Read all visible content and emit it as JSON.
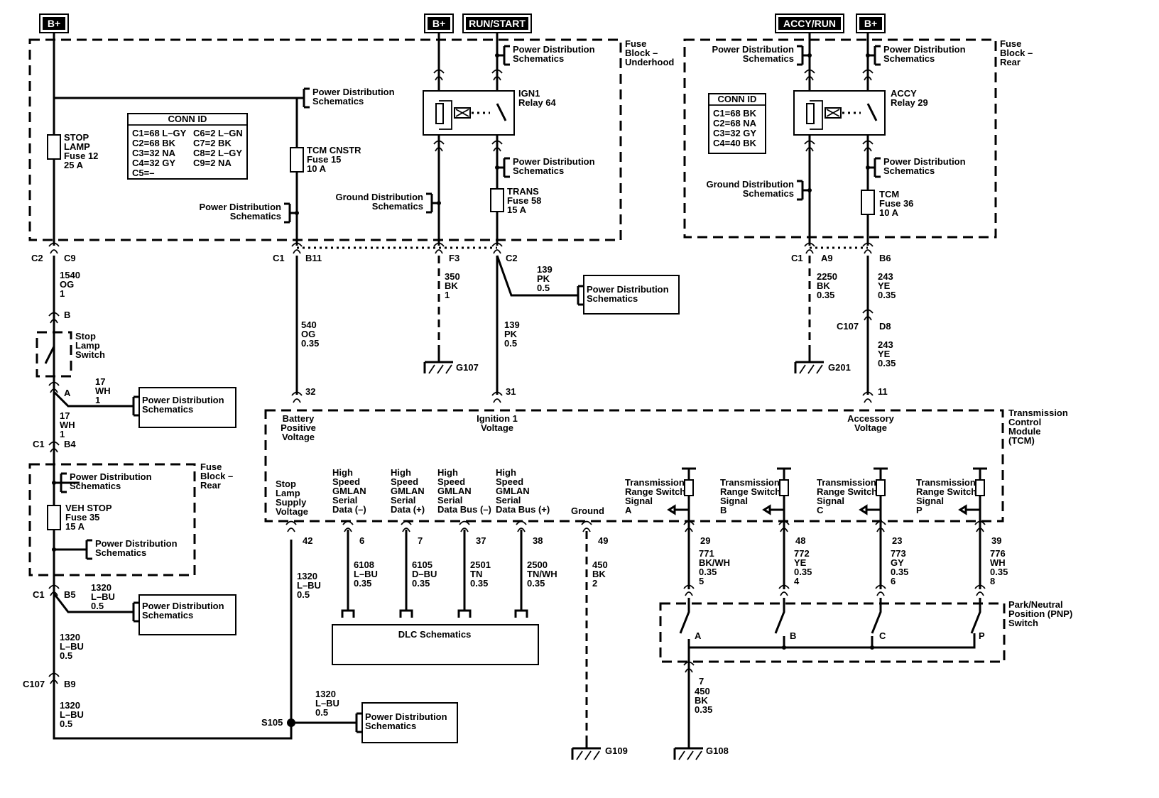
{
  "headers": {
    "bplus": "B+",
    "run_start": "RUN/START",
    "accy_run": "ACCY/RUN"
  },
  "fuse_block_underhood": [
    "Fuse",
    "Block –",
    "Underhood"
  ],
  "fuse_block_rear": [
    "Fuse",
    "Block –",
    "Rear"
  ],
  "ref_power": [
    "Power Distribution",
    "Schematics"
  ],
  "ref_ground": [
    "Ground Distribution",
    "Schematics"
  ],
  "ref_dlc": "DLC Schematics",
  "conn_id_title": "CONN ID",
  "conn_id_front": [
    "C1=68 L–GY",
    "C6=2 L–GN",
    "C2=68 BK",
    "C7=2 BK",
    "C3=32 NA",
    "C8=2 L–GY",
    "C4=32 GY",
    "C9=2 NA",
    "C5=–"
  ],
  "conn_id_rear": [
    "C1=68 BK",
    "C2=68 NA",
    "C3=32 GY",
    "C4=40 BK"
  ],
  "fuses": {
    "stop_lamp": [
      "STOP",
      "LAMP",
      "Fuse 12",
      "25 A"
    ],
    "tcm_cnstr": [
      "TCM CNSTR",
      "Fuse 15",
      "10 A"
    ],
    "trans": [
      "TRANS",
      "Fuse 58",
      "15 A"
    ],
    "tcm": [
      "TCM",
      "Fuse 36",
      "10 A"
    ],
    "veh_stop": [
      "VEH STOP",
      "Fuse 35",
      "15 A"
    ]
  },
  "relays": {
    "ign1": [
      "IGN1",
      "Relay 64"
    ],
    "accy": [
      "ACCY",
      "Relay 29"
    ]
  },
  "connectors": {
    "c2": "C2",
    "c9": "C9",
    "c1": "C1",
    "b11": "B11",
    "f3": "F3",
    "a9": "A9",
    "b6": "B6",
    "c107": "C107",
    "d8": "D8",
    "b": "B",
    "a": "A",
    "b4": "B4",
    "b5": "B5",
    "b9": "B9",
    "s105": "S105"
  },
  "wires": {
    "w1540": [
      "1540",
      "OG",
      "1"
    ],
    "w17a": [
      "17",
      "WH",
      "1"
    ],
    "w17b": [
      "17",
      "WH",
      "1"
    ],
    "w1320a": [
      "1320",
      "L–BU",
      "0.5"
    ],
    "w1320b": [
      "1320",
      "L–BU",
      "0.5"
    ],
    "w1320c": [
      "1320",
      "L–BU",
      "0.5"
    ],
    "w1320d": [
      "1320",
      "L–BU",
      "0.5"
    ],
    "w1320e": [
      "1320",
      "L–BU",
      "0.5"
    ],
    "w540": [
      "540",
      "OG",
      "0.35"
    ],
    "w350": [
      "350",
      "BK",
      "1"
    ],
    "w139a": [
      "139",
      "PK",
      "0.5"
    ],
    "w139b": [
      "139",
      "PK",
      "0.5"
    ],
    "w2250": [
      "2250",
      "BK",
      "0.35"
    ],
    "w243a": [
      "243",
      "YE",
      "0.35"
    ],
    "w243b": [
      "243",
      "YE",
      "0.35"
    ],
    "w6108": [
      "6108",
      "L–BU",
      "0.35"
    ],
    "w6105": [
      "6105",
      "D–BU",
      "0.35"
    ],
    "w2501": [
      "2501",
      "TN",
      "0.35"
    ],
    "w2500": [
      "2500",
      "TN/WH",
      "0.35"
    ],
    "w450a": [
      "450",
      "BK",
      "2"
    ],
    "w771": [
      "771",
      "BK/WH",
      "0.35",
      "5"
    ],
    "w772": [
      "772",
      "YE",
      "0.35",
      "4"
    ],
    "w773": [
      "773",
      "GY",
      "0.35",
      "6"
    ],
    "w776": [
      "776",
      "WH",
      "0.35",
      "8"
    ],
    "w450b": [
      "450",
      "BK",
      "0.35"
    ]
  },
  "grounds": {
    "g107": "G107",
    "g201": "G201",
    "g109": "G109",
    "g108": "G108"
  },
  "stop_lamp_switch": [
    "Stop",
    "Lamp",
    "Switch"
  ],
  "tcm_label": [
    "Transmission",
    "Control",
    "Module",
    "(TCM)"
  ],
  "tcm_inputs": {
    "battery": [
      "Battery",
      "Positive",
      "Voltage"
    ],
    "ignition": [
      "Ignition 1",
      "Voltage"
    ],
    "accessory": [
      "Accessory",
      "Voltage"
    ]
  },
  "tcm_pins": {
    "p32": "32",
    "p31": "31",
    "p11": "11",
    "p42": "42",
    "p6": "6",
    "p7": "7",
    "p37": "37",
    "p38": "38",
    "p49": "49",
    "p29": "29",
    "p48": "48",
    "p23": "23",
    "p39": "39",
    "p7b": "7"
  },
  "tcm_signals": {
    "stop_lamp": [
      "Stop",
      "Lamp",
      "Supply",
      "Voltage"
    ],
    "hs_neg": [
      "High",
      "Speed",
      "GMLAN",
      "Serial",
      "Data (–)"
    ],
    "hs_pos": [
      "High",
      "Speed",
      "GMLAN",
      "Serial",
      "Data (+)"
    ],
    "hs_bus_neg": [
      "High",
      "Speed",
      "GMLAN",
      "Serial",
      "Data Bus (–)"
    ],
    "hs_bus_pos": [
      "High",
      "Speed",
      "GMLAN",
      "Serial",
      "Data Bus (+)"
    ],
    "ground": "Ground",
    "range_a": [
      "Transmission",
      "Range Switch",
      "Signal",
      "A"
    ],
    "range_b": [
      "Transmission",
      "Range Switch",
      "Signal",
      "B"
    ],
    "range_c": [
      "Transmission",
      "Range Switch",
      "Signal",
      "C"
    ],
    "range_p": [
      "Transmission",
      "Range Switch",
      "Signal",
      "P"
    ]
  },
  "pnp_label": [
    "Park/Neutral",
    "Position (PNP)",
    "Switch"
  ],
  "pnp_contacts": {
    "a": "A",
    "b": "B",
    "c": "C",
    "p": "P"
  }
}
